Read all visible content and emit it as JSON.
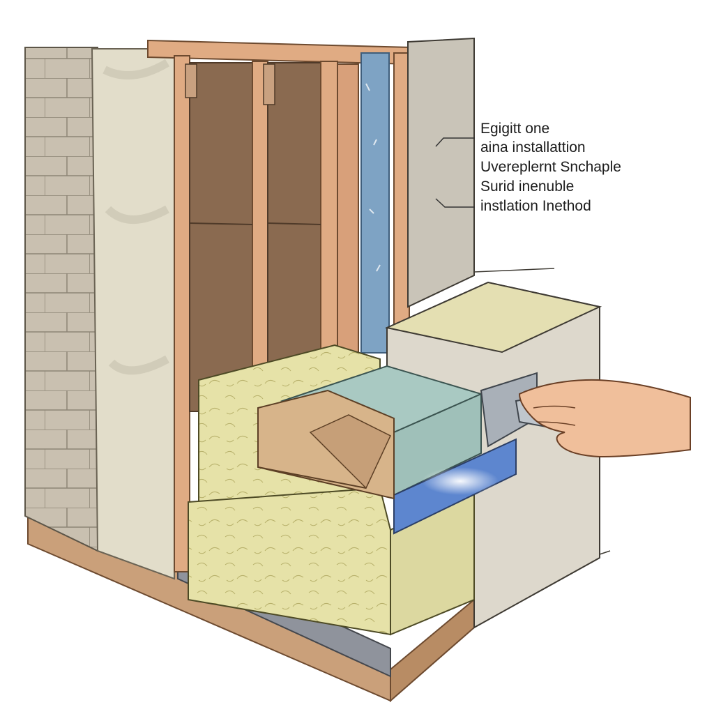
{
  "annotation": {
    "lines": [
      "Egigitt one",
      "aina installattion",
      "Uvereplernt Snchaple",
      "Surid inenuble",
      "instlation Inethod"
    ]
  },
  "colors": {
    "masonry": "#c9c0b0",
    "plaster": "#e2ddca",
    "timber": "#e0ab83",
    "cavity": "#8a6a50",
    "membrane": "#7ea3c4",
    "insulation": "#e6e2a8",
    "insulation_teal": "#a9c9c2",
    "foam_blue": "#5d86cf",
    "wood_block": "#d7b48a",
    "render": "#ddd8cc",
    "base": "#caa07a",
    "skin": "#f0bf9b",
    "tool": "#a9b0b8"
  }
}
